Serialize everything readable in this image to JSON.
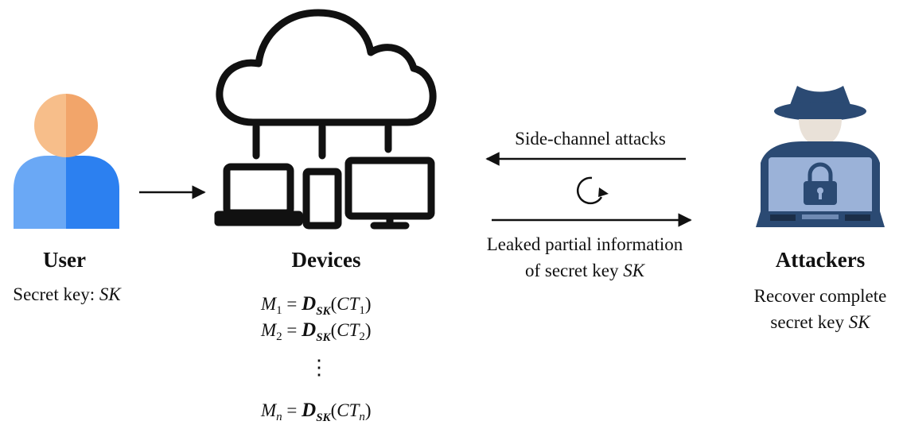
{
  "user": {
    "title": "User",
    "key_prefix": "Secret key: ",
    "key_name": "SK"
  },
  "devices": {
    "title": "Devices",
    "equations": [
      {
        "lhs": "M",
        "sub": "1",
        "op": " = ",
        "fn": "D",
        "fn_sub": "SK",
        "arg": "CT",
        "arg_sub": "1"
      },
      {
        "lhs": "M",
        "sub": "2",
        "op": " = ",
        "fn": "D",
        "fn_sub": "SK",
        "arg": "CT",
        "arg_sub": "2"
      },
      {
        "lhs": "M",
        "sub": "n",
        "op": " = ",
        "fn": "D",
        "fn_sub": "SK",
        "arg": "CT",
        "arg_sub": "n"
      }
    ],
    "ellipsis": "⋮"
  },
  "channel": {
    "top_label": "Side-channel attacks",
    "bottom_line1": "Leaked partial information",
    "bottom_line2_prefix": "of secret key ",
    "bottom_key": "SK"
  },
  "attackers": {
    "title": "Attackers",
    "line1": "Recover complete",
    "line2_prefix": "secret key ",
    "key_name": "SK"
  },
  "colors": {
    "user_head_light": "#F7BE8A",
    "user_head_dark": "#F2A56A",
    "user_body_light": "#6AA8F5",
    "user_body_dark": "#2C80F0",
    "hacker_hat": "#2B4A73",
    "hacker_screen": "#9BB2D8",
    "hacker_skin": "#E9E1D8",
    "line": "#111111"
  },
  "icons": [
    "user-icon",
    "cloud-icon",
    "laptop-icon",
    "phone-icon",
    "monitor-icon",
    "refresh-icon",
    "hacker-icon",
    "lock-icon"
  ]
}
